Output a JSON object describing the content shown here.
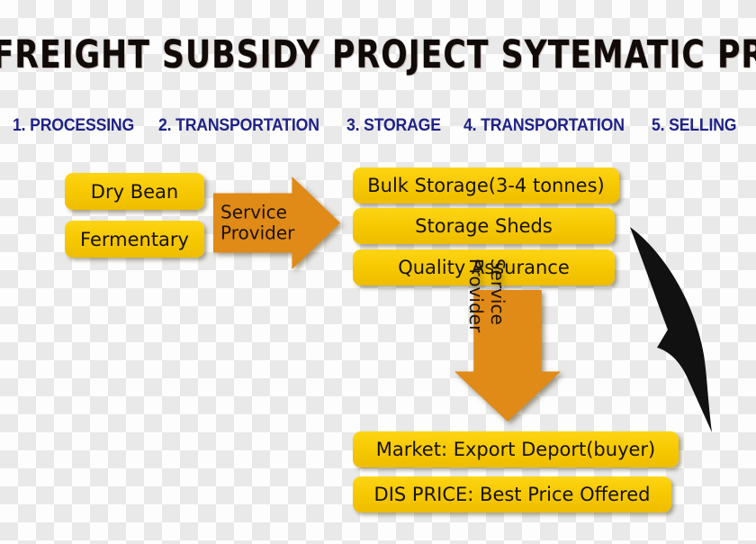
{
  "title": "FREIGHT SUBSIDY PROJECT SYTEMATIC PROCEDURE",
  "colors": {
    "title_text": "#100a08",
    "step_text": "#1f2287",
    "box_fill": "#f6c800",
    "arrow_fill": "#e08a17",
    "curve_arrow_fill": "#111111",
    "box_text": "#17120c"
  },
  "steps": [
    {
      "label": "1. PROCESSING"
    },
    {
      "label": "2. TRANSPORTATION"
    },
    {
      "label": "3. STORAGE"
    },
    {
      "label": "4. TRANSPORTATION"
    },
    {
      "label": "5. SELLING"
    }
  ],
  "processing": {
    "boxes": [
      {
        "label": "Dry Bean"
      },
      {
        "label": "Fermentary"
      }
    ]
  },
  "transport_1": {
    "arrow_label": "Service\nProvider",
    "direction": "right"
  },
  "storage": {
    "boxes": [
      {
        "label": "Bulk Storage(3-4 tonnes)"
      },
      {
        "label": "Storage Sheds"
      },
      {
        "label": "Quality Assurance"
      }
    ]
  },
  "transport_2": {
    "arrow_label": "Service\nProvider",
    "direction": "down"
  },
  "selling": {
    "boxes": [
      {
        "label": "Market: Export Deport(buyer)"
      },
      {
        "label": "DIS PRICE: Best Price Offered"
      }
    ]
  },
  "feedback_arrow": {
    "name": "curved-feedback-arrow",
    "direction": "down-left-curve"
  }
}
